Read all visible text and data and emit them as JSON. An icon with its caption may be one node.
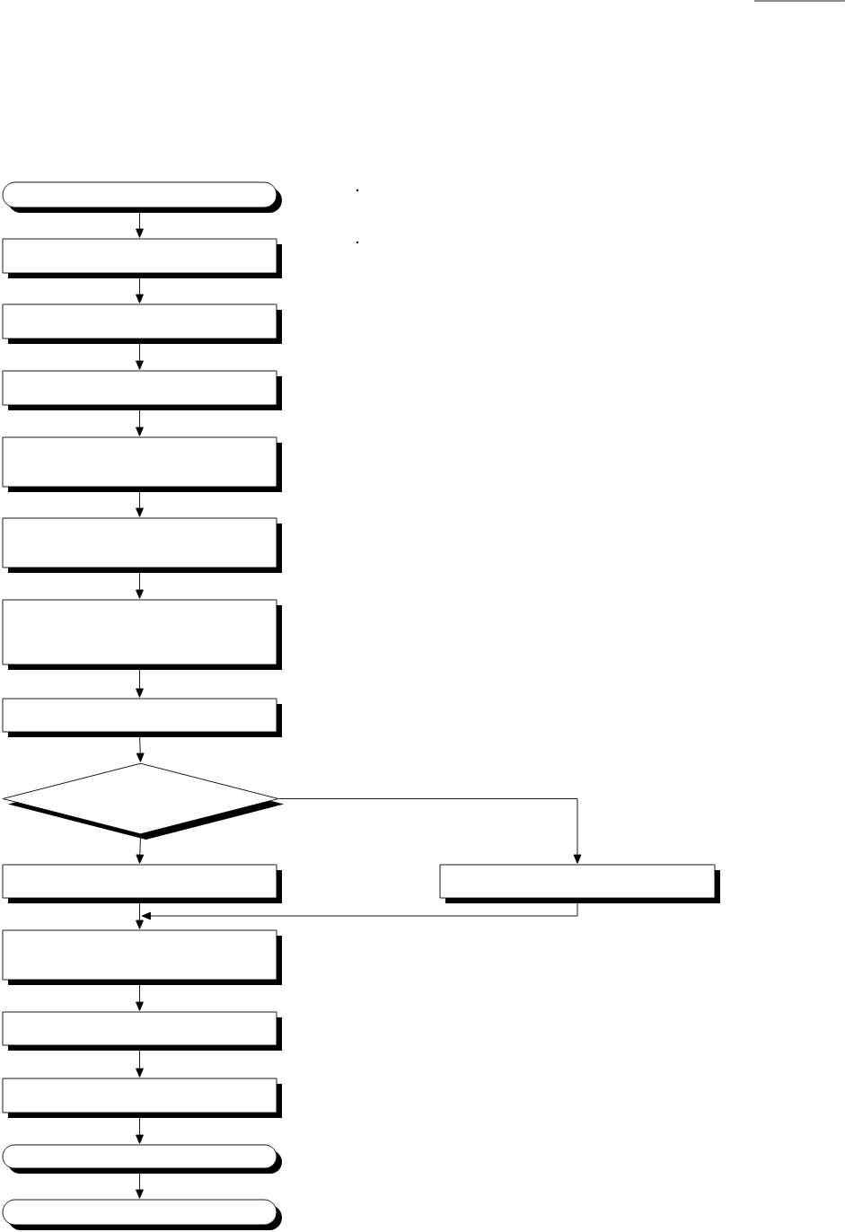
{
  "diagram": {
    "nodes": [
      {
        "text": [],
        "shape": "capsule"
      },
      {
        "text": [],
        "shape": "box"
      },
      {
        "text": [],
        "shape": "box"
      },
      {
        "text": [],
        "shape": "box"
      },
      {
        "text": [],
        "shape": "box"
      },
      {
        "text": [],
        "shape": "box"
      },
      {
        "text": [],
        "shape": "box"
      },
      {
        "text": [],
        "shape": "box"
      },
      {
        "text": [],
        "shape": "diamond"
      },
      {
        "text": [],
        "shape": "box"
      },
      {
        "text": [],
        "shape": "box"
      },
      {
        "text": [],
        "shape": "box"
      },
      {
        "text": [],
        "shape": "box"
      },
      {
        "text": [],
        "shape": "box"
      },
      {
        "text": [],
        "shape": "capsule"
      },
      {
        "text": [],
        "shape": "capsule"
      }
    ],
    "edges": [
      {
        "from": 0,
        "to": 1,
        "arrow": "to"
      },
      {
        "from": 1,
        "to": 2,
        "arrow": "to"
      },
      {
        "from": 2,
        "to": 3,
        "arrow": "to"
      },
      {
        "from": 3,
        "to": 4,
        "arrow": "to"
      },
      {
        "from": 4,
        "to": 5,
        "arrow": "to"
      },
      {
        "from": 5,
        "to": 6,
        "arrow": "to"
      },
      {
        "from": 6,
        "to": 7,
        "arrow": "to"
      },
      {
        "from": 7,
        "to": 8,
        "arrow": "to"
      },
      {
        "from": 8,
        "to": 9,
        "arrow": "to"
      },
      {
        "from": 8,
        "to": 10,
        "arrow": "to"
      },
      {
        "from": 9,
        "to": 11,
        "arrow": "to"
      },
      {
        "from": 10,
        "to": 11,
        "arrow": "to"
      },
      {
        "from": 11,
        "to": 12,
        "arrow": "to"
      },
      {
        "from": 12,
        "to": 13,
        "arrow": "to"
      },
      {
        "from": 13,
        "to": 14,
        "arrow": "to"
      },
      {
        "from": 14,
        "to": 15,
        "arrow": "to"
      }
    ]
  }
}
